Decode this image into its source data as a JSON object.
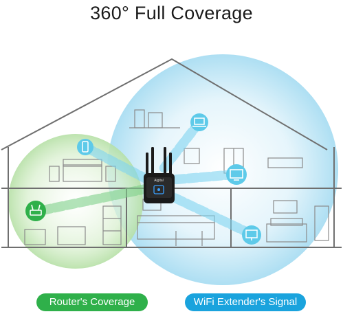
{
  "headline": "360° Full Coverage",
  "device": {
    "brand": "Aigital",
    "antenna_count": 4
  },
  "legend": {
    "router": {
      "label": "Router's Coverage",
      "color": "#2fb04a"
    },
    "extender": {
      "label": "WiFi Extender's Signal",
      "color": "#1aa3dd"
    }
  },
  "connected_devices": [
    {
      "icon": "router-icon",
      "color": "#2fb04a"
    },
    {
      "icon": "phone-icon",
      "color": "#5ecae9"
    },
    {
      "icon": "laptop-icon",
      "color": "#5ecae9"
    },
    {
      "icon": "tv-icon",
      "color": "#5ecae9"
    },
    {
      "icon": "desktop-computer-icon",
      "color": "#5ecae9"
    }
  ]
}
